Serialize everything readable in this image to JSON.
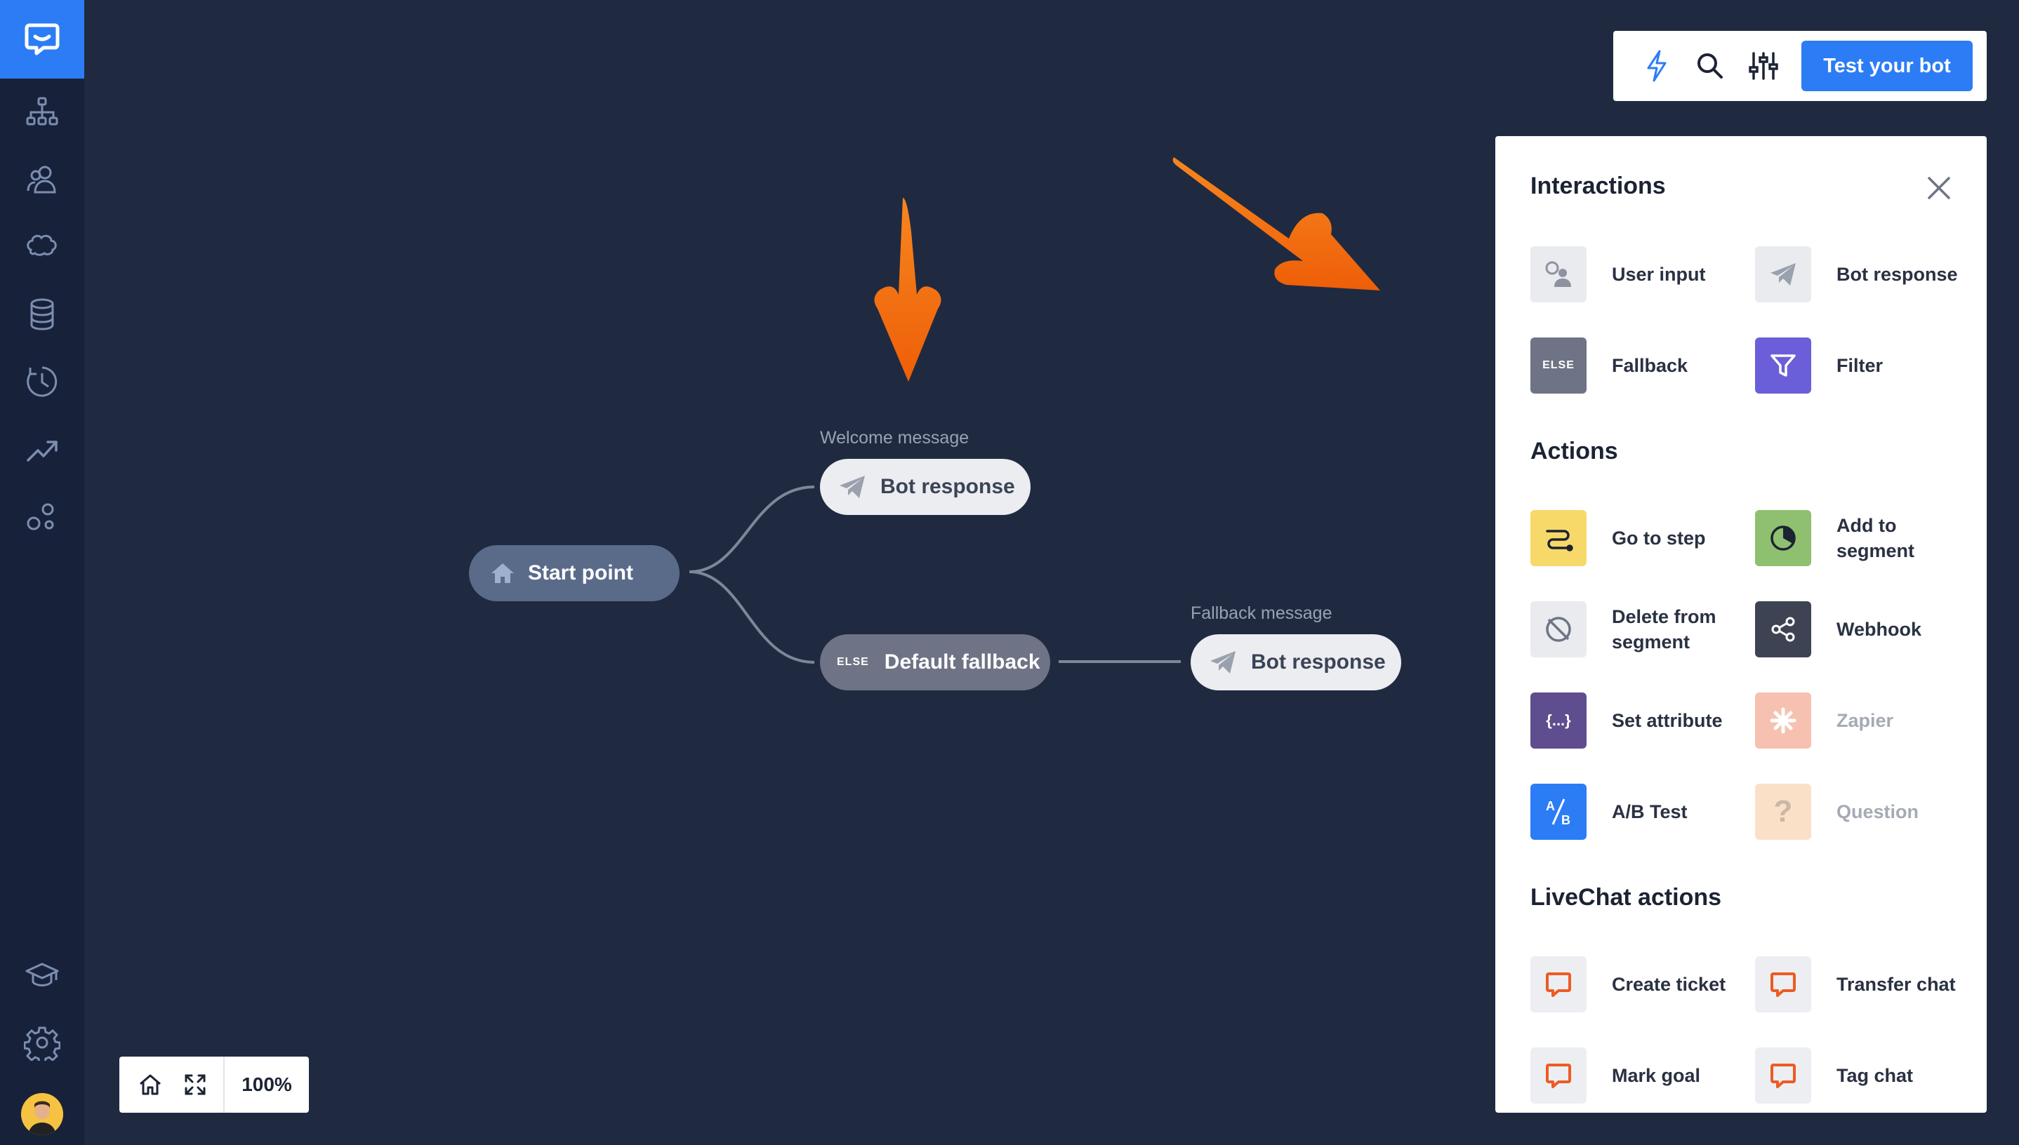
{
  "colors": {
    "background": "#1f2a40",
    "sidebar": "#17223a",
    "accent_blue": "#2c7cf6",
    "arrow_orange": "#f26b12"
  },
  "sidebar": {
    "items": [
      {
        "name": "chat-logo-icon"
      },
      {
        "name": "sitemap-icon"
      },
      {
        "name": "users-icon"
      },
      {
        "name": "brain-icon"
      },
      {
        "name": "database-icon"
      },
      {
        "name": "clock-history-icon"
      },
      {
        "name": "trending-up-icon"
      },
      {
        "name": "integrations-icon"
      },
      {
        "name": "graduation-cap-icon"
      },
      {
        "name": "gear-icon"
      }
    ]
  },
  "canvas": {
    "start_node": {
      "label": "Start point",
      "icon": "home-icon"
    },
    "welcome_node": {
      "caption": "Welcome message",
      "label": "Bot response",
      "icon": "paper-plane-icon"
    },
    "fallback_node": {
      "tag": "ELSE",
      "label": "Default fallback"
    },
    "fallback_response_node": {
      "caption": "Fallback message",
      "label": "Bot response",
      "icon": "paper-plane-icon"
    }
  },
  "toolbar": {
    "icons": [
      "lightning-icon",
      "search-icon",
      "sliders-icon"
    ],
    "test_button": "Test your bot"
  },
  "panel": {
    "interactions_title": "Interactions",
    "interactions": [
      {
        "label": "User input",
        "icon": "user-chat-icon",
        "color": "#e9ebef"
      },
      {
        "label": "Bot response",
        "icon": "paper-plane-icon",
        "color": "#e9ebef"
      },
      {
        "label": "Fallback",
        "icon": "else-icon",
        "tag": "ELSE",
        "color": "#6e7385"
      },
      {
        "label": "Filter",
        "icon": "filter-icon",
        "color": "#6a5fd8"
      }
    ],
    "actions_title": "Actions",
    "actions": [
      {
        "label": "Go to step",
        "icon": "route-icon",
        "color": "#f7d96a"
      },
      {
        "label": "Add to segment",
        "icon": "pie-icon",
        "color": "#8fc06f"
      },
      {
        "label": "Delete from segment",
        "icon": "pie-slash-icon",
        "color": "#e9ebef"
      },
      {
        "label": "Webhook",
        "icon": "share-icon",
        "color": "#3e4354"
      },
      {
        "label": "Set attribute",
        "icon": "braces-icon",
        "tag": "{...}",
        "color": "#5f4d8f"
      },
      {
        "label": "Zapier",
        "icon": "asterisk-icon",
        "color": "#f6c1b0",
        "disabled": true
      },
      {
        "label": "A/B Test",
        "icon": "ab-icon",
        "color": "#2c7cf6"
      },
      {
        "label": "Question",
        "icon": "question-icon",
        "tag": "?",
        "color": "#fbe0c8",
        "disabled": true
      }
    ],
    "livechat_title": "LiveChat actions",
    "livechat": [
      {
        "label": "Create ticket",
        "icon": "chat-bubble-icon",
        "color": "#eceef2"
      },
      {
        "label": "Transfer chat",
        "icon": "chat-bubble-icon",
        "color": "#eceef2"
      },
      {
        "label": "Mark goal",
        "icon": "chat-bubble-icon",
        "color": "#eceef2"
      },
      {
        "label": "Tag chat",
        "icon": "chat-bubble-icon",
        "color": "#eceef2"
      }
    ]
  },
  "zoom": {
    "level": "100%"
  }
}
